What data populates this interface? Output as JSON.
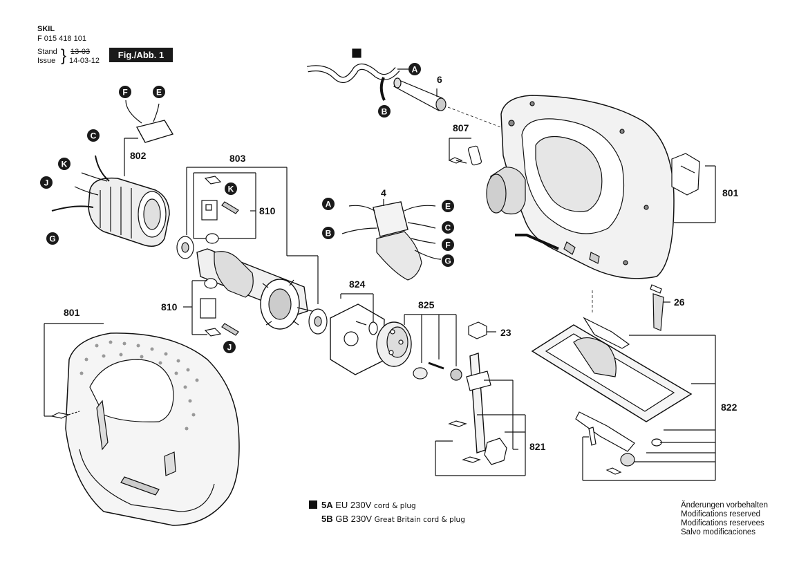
{
  "header": {
    "brand": "SKIL",
    "part_number": "F 015 418 101",
    "stand_label": "Stand",
    "issue_label": "Issue",
    "old_date": "13-03",
    "new_date": "14-03-12",
    "figure": "Fig./Abb. 1"
  },
  "parts": {
    "p801a": "801",
    "p801b": "801",
    "p802": "802",
    "p803": "803",
    "p810a": "810",
    "p810b": "810",
    "p4": "4",
    "p6": "6",
    "p807": "807",
    "p824": "824",
    "p825": "825",
    "p23": "23",
    "p26": "26",
    "p821": "821",
    "p822": "822"
  },
  "connectors": {
    "A": "A",
    "B": "B",
    "C": "C",
    "E": "E",
    "F": "F",
    "G": "G",
    "J": "J",
    "K": "K"
  },
  "legend": [
    {
      "code": "5A",
      "voltage": "EU 230V",
      "desc": "cord & plug"
    },
    {
      "code": "5B",
      "voltage": "GB 230V",
      "desc": "Great Britain cord & plug"
    }
  ],
  "notes": [
    "Änderungen vorbehalten",
    "Modifications reserved",
    "Modifications reservees",
    "Salvo modificaciones"
  ]
}
